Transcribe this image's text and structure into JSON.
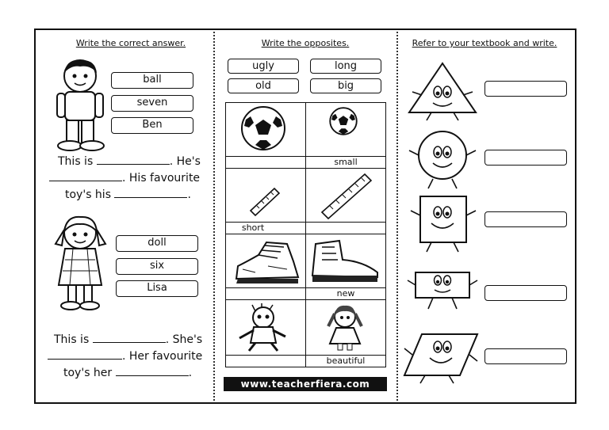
{
  "left_column": {
    "heading": "Write the correct answer.",
    "boy": {
      "options": [
        "ball",
        "seven",
        "Ben"
      ],
      "sentence": {
        "line1_start": "This is ",
        "line1_end": ". He's",
        "line2_end": ". His favourite",
        "line3_start": "toy's his ",
        "line3_end": "."
      }
    },
    "girl": {
      "options": [
        "doll",
        "six",
        "Lisa"
      ],
      "sentence": {
        "line1_start": "This is ",
        "line1_end": ". She's",
        "line2_end": ". Her favourite",
        "line3_start": "toy's her ",
        "line3_end": "."
      }
    }
  },
  "middle_column": {
    "heading": "Write the opposites.",
    "words": [
      "ugly",
      "long",
      "old",
      "big"
    ],
    "grid_labels": [
      "",
      "small",
      "short",
      "",
      "",
      "new",
      "",
      "beautiful"
    ],
    "footer": "www.teacherfiera.com"
  },
  "right_column": {
    "heading": "Refer to your textbook and write.",
    "shapes": [
      "triangle-icon",
      "circle-icon",
      "square-icon",
      "rectangle-icon",
      "parallelogram-icon"
    ]
  }
}
